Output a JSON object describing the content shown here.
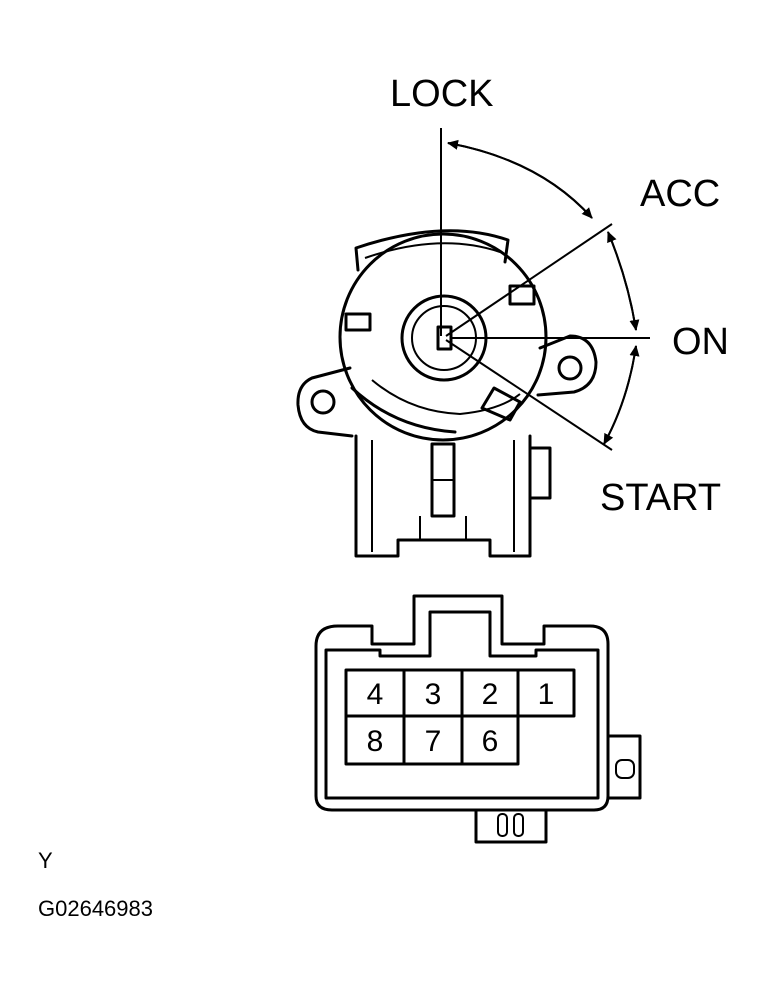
{
  "labels": {
    "lock": "LOCK",
    "acc": "ACC",
    "on": "ON",
    "start": "START"
  },
  "connector": {
    "pins_top": [
      "4",
      "3",
      "2",
      "1"
    ],
    "pins_bottom": [
      "8",
      "7",
      "6"
    ]
  },
  "footer": {
    "view": "Y",
    "code": "G02646983"
  }
}
